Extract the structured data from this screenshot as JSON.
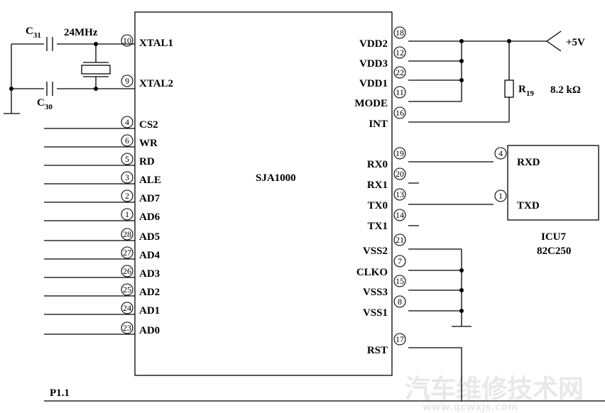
{
  "chip": {
    "name": "SJA1000"
  },
  "left_pins": [
    {
      "num": "10",
      "name": "XTAL1"
    },
    {
      "num": "9",
      "name": "XTAL2"
    },
    {
      "num": "4",
      "name": "CS2"
    },
    {
      "num": "6",
      "name": "WR"
    },
    {
      "num": "5",
      "name": "RD"
    },
    {
      "num": "3",
      "name": "ALE"
    },
    {
      "num": "2",
      "name": "AD7"
    },
    {
      "num": "1",
      "name": "AD6"
    },
    {
      "num": "28",
      "name": "AD5"
    },
    {
      "num": "27",
      "name": "AD4"
    },
    {
      "num": "26",
      "name": "AD3"
    },
    {
      "num": "25",
      "name": "AD2"
    },
    {
      "num": "24",
      "name": "AD1"
    },
    {
      "num": "23",
      "name": "AD0"
    }
  ],
  "right_pins": [
    {
      "num": "18",
      "name": "VDD2"
    },
    {
      "num": "12",
      "name": "VDD3"
    },
    {
      "num": "22",
      "name": "VDD1"
    },
    {
      "num": "11",
      "name": "MODE"
    },
    {
      "num": "16",
      "name": "INT"
    },
    {
      "num": "19",
      "name": "RX0"
    },
    {
      "num": "20",
      "name": "RX1"
    },
    {
      "num": "13",
      "name": "TX0"
    },
    {
      "num": "14",
      "name": "TX1"
    },
    {
      "num": "21",
      "name": "VSS2"
    },
    {
      "num": "7",
      "name": "CLKO"
    },
    {
      "num": "15",
      "name": "VSS3"
    },
    {
      "num": "8",
      "name": "VSS1"
    },
    {
      "num": "17",
      "name": "RST"
    }
  ],
  "components": {
    "c31": {
      "letter": "C",
      "sub": "31"
    },
    "c30": {
      "letter": "C",
      "sub": "30"
    },
    "crystal": "24MHz",
    "r19": {
      "letter": "R",
      "sub": "19",
      "value": "8.2 kΩ"
    },
    "supply": "+5V"
  },
  "transceiver": {
    "pins": [
      {
        "num": "4",
        "name": "RXD"
      },
      {
        "num": "1",
        "name": "TXD"
      }
    ],
    "label1": "ICU7",
    "label2": "82C250"
  },
  "bus_label": "P1.1",
  "watermark": {
    "cn": "汽车维修技术网",
    "url": "www.qcwxjs.com"
  }
}
